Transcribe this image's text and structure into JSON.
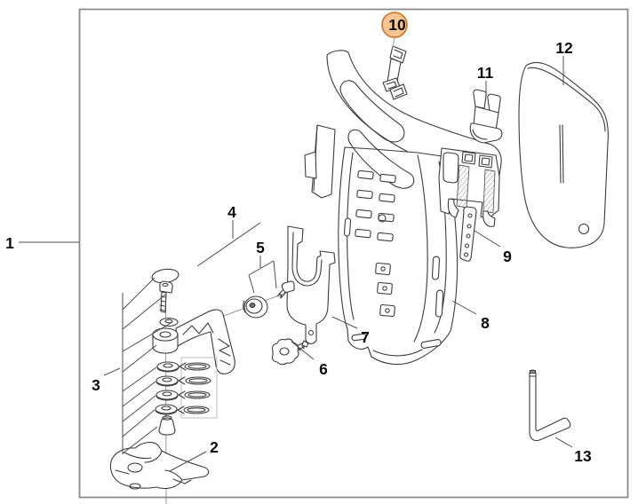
{
  "diagram": {
    "kind": "exploded-parts-diagram",
    "background": "#ffffff",
    "border_color": "#8a8a8a",
    "line_color": "#3b3b3b",
    "highlight": {
      "fill": "#f7c493",
      "stroke": "#d2711f"
    },
    "highlighted_label": "10"
  },
  "callouts": [
    {
      "label": "1",
      "highlighted": false
    },
    {
      "label": "2",
      "highlighted": false
    },
    {
      "label": "3",
      "highlighted": false
    },
    {
      "label": "4",
      "highlighted": false
    },
    {
      "label": "5",
      "highlighted": false
    },
    {
      "label": "6",
      "highlighted": false
    },
    {
      "label": "7",
      "highlighted": false
    },
    {
      "label": "8",
      "highlighted": false
    },
    {
      "label": "9",
      "highlighted": false
    },
    {
      "label": "10",
      "highlighted": true
    },
    {
      "label": "11",
      "highlighted": false
    },
    {
      "label": "12",
      "highlighted": false
    },
    {
      "label": "13",
      "highlighted": false
    }
  ]
}
